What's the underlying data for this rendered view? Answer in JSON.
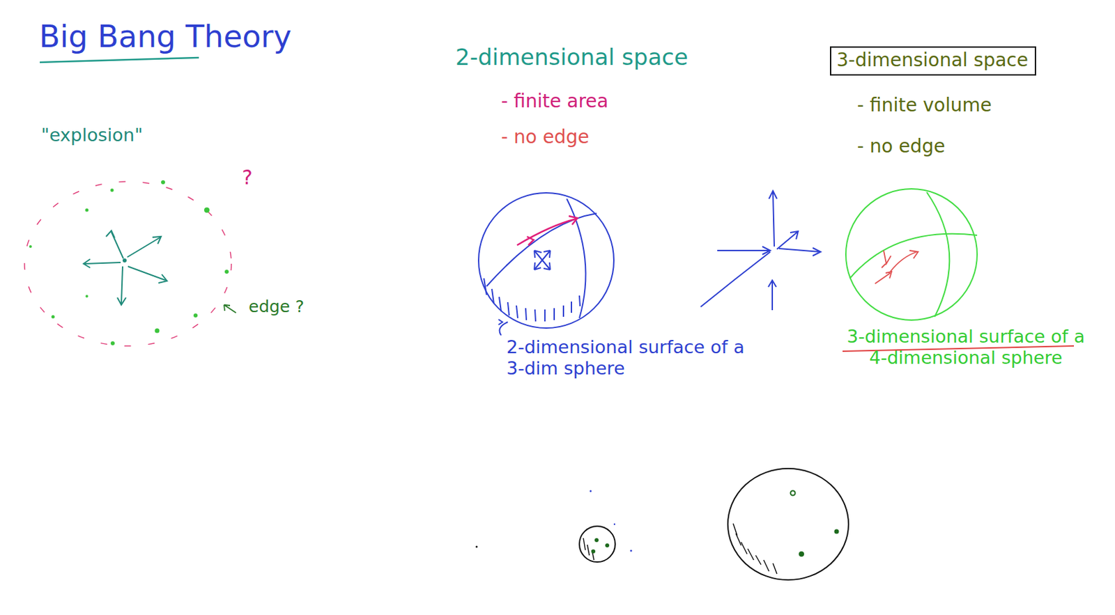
{
  "diagram": {
    "title": "Big Bang Theory",
    "nodes": [
      {
        "text": [
          "3-dimensional space"
        ]
      }
    ],
    "edges": [],
    "labels": [
      "\"explosion\"",
      "?",
      "edge ?",
      "2-dimensional space",
      "- finite area",
      "- no edge",
      "- finite volume",
      "- no edge",
      "2-dimensional surface of a 3-dim sphere",
      "3-dimensional surface of a 4-dimensional sphere"
    ]
  }
}
